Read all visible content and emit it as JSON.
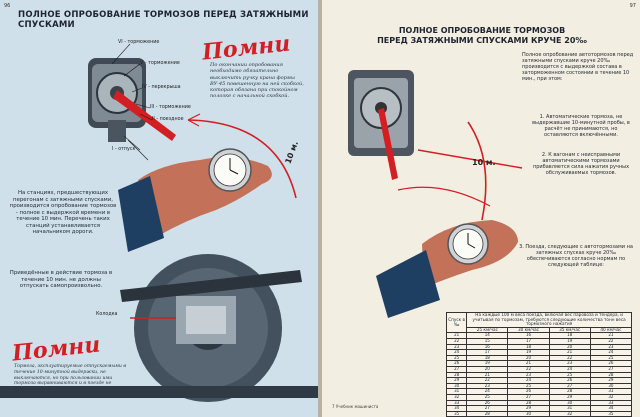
{
  "left_page": {
    "page_number": "96",
    "title": "ПОЛНОЕ ОПРОБОВАНИЕ ТОРМОЗОВ ПЕРЕД ЗАТЯЖНЫМИ СПУСКАМИ",
    "pomni_top": "Помни",
    "pomni_top_text": "По окончании опробования необходимо обязательно выключить ручку крана формы ВУ-45 повешенную на ней скобкой, которая обязана при спокойном полозке с начальной скобкой.",
    "valve_labels": {
      "vi": "VI - торможение",
      "v": "V - торможение",
      "iv": "IV - перекрыша",
      "iii": "III - торможение",
      "ii": "II - поездное",
      "i": "I - отпуск"
    },
    "distance_label": "10 м.",
    "station_text": "На станциях, предшествующих перегонам с затяжными спусками, производится опробование тормозов - полное с выдержкой времени в течение 10 мин. Перечень таких станций устанавливается начальником дороги.",
    "released_text": "Приведённые в действие тормоза в течение 10 мин. не должны отпускать самопроизвольно.",
    "pomni_bottom": "Помни",
    "shoe_label": "Колодка",
    "bottom_italic": "Тормоза, эксплуатируемые отпускаемыми в течение 10-минутной выдержки, не выключаются, но при пользовании ими тормоза выравниваются и в поезде не учитываются."
  },
  "right_page": {
    "page_number": "97",
    "title_line1": "ПОЛНОЕ ОПРОБОВАНИЕ ТОРМОЗОВ",
    "title_line2": "ПЕРЕД ЗАТЯЖНЫМИ СПУСКАМИ КРУЧЕ 20‰",
    "intro": "Полное опробование автотормозов перед затяжными спусками круче 20‰ производится с выдержкой состава в заторможенном состоянии в течение 10 мин., при этом:",
    "item1": "1. Автоматические тормоза, не выдержавшие 10-минутной пробы, в расчёт не принимаются, но оставляются включёнными.",
    "item2": "2. К вагонам с неисправными автоматическими тормозами прибавляется сила нажатия ручных обслуживаемых тормозов.",
    "distance_label": "10 м.",
    "item3": "3. Поезда, следующие с автотормозами на затяжных спусках круче 20‰ обеспечиваются согласно нормам по следующей таблице:",
    "footer": "7 Учебник машиниста",
    "table": {
      "corner": "Спуск в ‰",
      "header_main": "На каждые 100 м веса поезда, включая вес паровоза и тендера, и учитывая по тормозам, требуются следующие количества тонн веса тормозного нажатия",
      "subheaders": [
        "25 км/час",
        "30 км/час",
        "35 км/час",
        "40 км/час"
      ],
      "rows": [
        [
          "21",
          "14",
          "16",
          "18",
          "21"
        ],
        [
          "22",
          "15",
          "17",
          "19",
          "22"
        ],
        [
          "23",
          "16",
          "18",
          "20",
          "23"
        ],
        [
          "24",
          "17",
          "19",
          "21",
          "24"
        ],
        [
          "25",
          "18",
          "20",
          "22",
          "25"
        ],
        [
          "26",
          "19",
          "21",
          "23",
          "26"
        ],
        [
          "27",
          "20",
          "22",
          "24",
          "27"
        ],
        [
          "28",
          "21",
          "23",
          "25",
          "28"
        ],
        [
          "29",
          "22",
          "24",
          "26",
          "29"
        ],
        [
          "30",
          "23",
          "25",
          "27",
          "30"
        ],
        [
          "31",
          "24",
          "26",
          "28",
          "31"
        ],
        [
          "32",
          "25",
          "27",
          "29",
          "32"
        ],
        [
          "33",
          "26",
          "28",
          "30",
          "33"
        ],
        [
          "34",
          "27",
          "29",
          "31",
          "34"
        ],
        [
          "35",
          "28",
          "30",
          "32",
          "35"
        ]
      ]
    }
  },
  "colors": {
    "accent_red": "#d21f24",
    "page_blue": "#cfe0ea",
    "paper": "#f3eee2",
    "hand": "#c4715a",
    "sleeve": "#1f3f62"
  }
}
